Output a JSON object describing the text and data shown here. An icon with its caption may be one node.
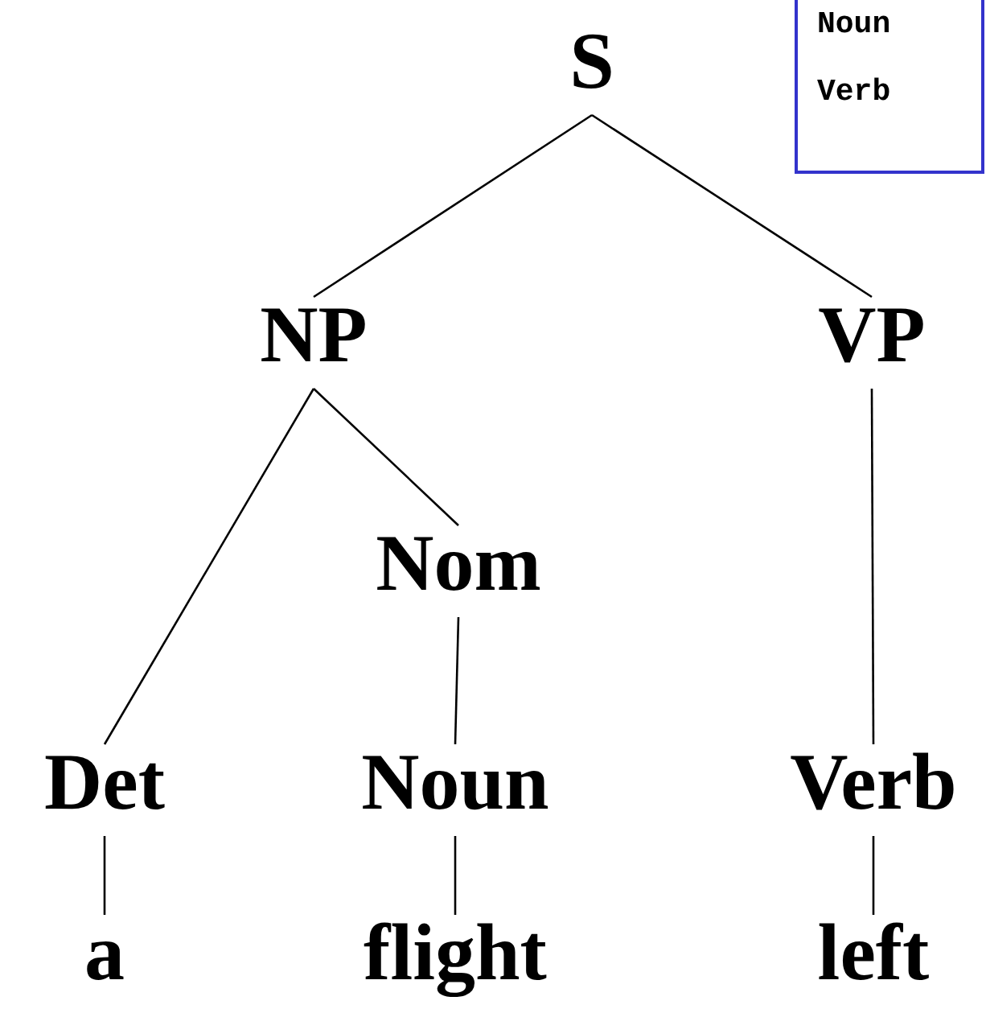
{
  "diagram": {
    "nodes": [
      {
        "text": [
          "S"
        ]
      },
      {
        "text": [
          "NP"
        ]
      },
      {
        "text": [
          "VP"
        ]
      },
      {
        "text": [
          "Nom"
        ]
      },
      {
        "text": [
          "Det"
        ]
      },
      {
        "text": [
          "Noun"
        ]
      },
      {
        "text": [
          "Verb"
        ]
      },
      {
        "text": [
          "a"
        ]
      },
      {
        "text": [
          "flight"
        ]
      },
      {
        "text": [
          "left"
        ]
      },
      {
        "text": [
          "Noun",
          "Verb"
        ]
      }
    ],
    "edges": [
      {
        "from": 0,
        "to": 1,
        "arrow": "none"
      },
      {
        "from": 0,
        "to": 2,
        "arrow": "none"
      },
      {
        "from": 1,
        "to": 4,
        "arrow": "none"
      },
      {
        "from": 1,
        "to": 3,
        "arrow": "none"
      },
      {
        "from": 3,
        "to": 5,
        "arrow": "none"
      },
      {
        "from": 2,
        "to": 6,
        "arrow": "none"
      },
      {
        "from": 4,
        "to": 7,
        "arrow": "none"
      },
      {
        "from": 5,
        "to": 8,
        "arrow": "none"
      },
      {
        "from": 6,
        "to": 9,
        "arrow": "none"
      }
    ]
  }
}
